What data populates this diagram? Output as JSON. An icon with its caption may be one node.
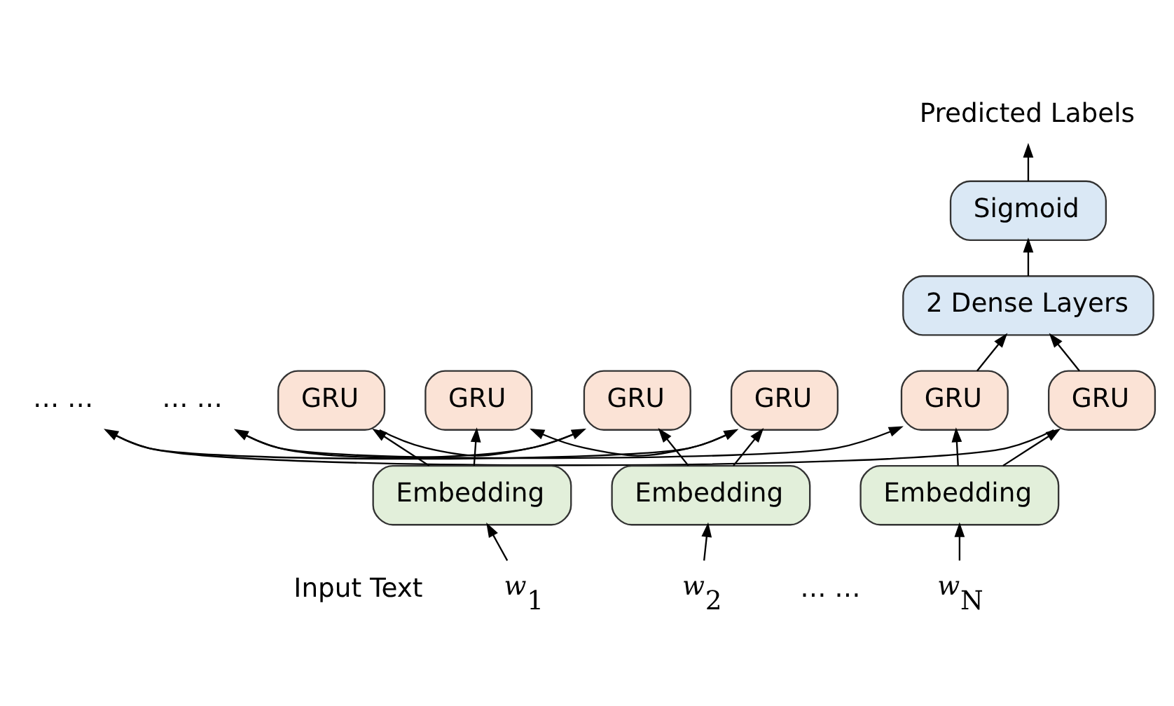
{
  "diagram": {
    "nodes": [
      {
        "text": [
          "Predicted Labels"
        ]
      },
      {
        "text": [
          "Sigmoid"
        ]
      },
      {
        "text": [
          "2 Dense Layers"
        ]
      },
      {
        "text": [
          "GRU"
        ]
      },
      {
        "text": [
          "GRU"
        ]
      },
      {
        "text": [
          "… …"
        ]
      },
      {
        "text": [
          "GRU"
        ]
      },
      {
        "text": [
          "GRU"
        ]
      },
      {
        "text": [
          "GRU"
        ]
      },
      {
        "text": [
          "… …"
        ]
      },
      {
        "text": [
          "GRU"
        ]
      },
      {
        "text": [
          "Embedding"
        ]
      },
      {
        "text": [
          "Embedding"
        ]
      },
      {
        "text": [
          "Embedding"
        ]
      },
      {
        "text": [
          "*w*$_{1}$"
        ]
      },
      {
        "text": [
          "*w*$_{2}$"
        ]
      },
      {
        "text": [
          "*w*$_{N}$"
        ]
      }
    ],
    "edges": [
      {
        "from": 14,
        "to": 11,
        "arrow": "to"
      },
      {
        "from": 15,
        "to": 12,
        "arrow": "to"
      },
      {
        "from": 16,
        "to": 13,
        "arrow": "to"
      },
      {
        "from": 11,
        "to": 3,
        "arrow": "to"
      },
      {
        "from": 11,
        "to": 7,
        "arrow": "to"
      },
      {
        "from": 12,
        "to": 4,
        "arrow": "to"
      },
      {
        "from": 12,
        "to": 8,
        "arrow": "to"
      },
      {
        "from": 13,
        "to": 6,
        "arrow": "to"
      },
      {
        "from": 13,
        "to": 10,
        "arrow": "to"
      },
      {
        "from": 3,
        "to": 4,
        "arrow": "to"
      },
      {
        "from": 4,
        "to": 5,
        "arrow": "to"
      },
      {
        "from": 5,
        "to": 6,
        "arrow": "to"
      },
      {
        "from": 10,
        "to": 9,
        "arrow": "to"
      },
      {
        "from": 9,
        "to": 8,
        "arrow": "to"
      },
      {
        "from": 8,
        "to": 7,
        "arrow": "to"
      },
      {
        "from": 6,
        "to": 2,
        "arrow": "to"
      },
      {
        "from": 10,
        "to": 2,
        "arrow": "to"
      },
      {
        "from": 2,
        "to": 1,
        "arrow": "to"
      },
      {
        "from": 1,
        "to": 0,
        "arrow": "to"
      }
    ],
    "labels": [
      "Input Text",
      "… …"
    ]
  }
}
